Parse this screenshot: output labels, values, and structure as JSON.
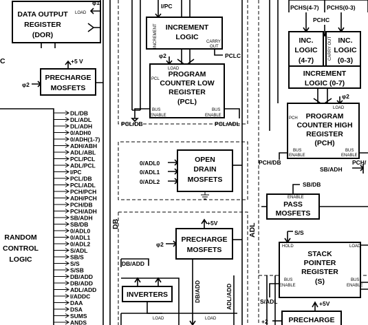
{
  "labels": {
    "phi1": "φ1",
    "load": "LOAD",
    "dor_line1": "DATA OUTPUT",
    "dor_line2": "REGISTER",
    "dor_line3": "(DOR)",
    "c": "C",
    "plus5v": "+5 V",
    "phi2": "φ2",
    "precharge": "PRECHARGE",
    "mosfets": "MOSFETS",
    "random_line1": "RANDOM",
    "random_line2": "CONTROL",
    "random_line3": "LOGIC",
    "i_pc": "I/PC",
    "increment": "INCREMENT",
    "logic": "LOGIC",
    "increment_small": "INCREMENT",
    "carry": "CARRY",
    "out": "OUT",
    "pclc": "PCLC",
    "pcl": "PCL",
    "pcl_line1": "PROGRAM",
    "pcl_line2": "COUNTER LOW",
    "pcl_line3": "REGISTER",
    "pcl_line4": "(PCL)",
    "bus": "BUS",
    "enable": "ENABLE",
    "pcl_db": "PCL/DB",
    "pcl_adl": "PCL/ADL",
    "o_adl0": "0/ADL0",
    "o_adl1": "0/ADL1",
    "o_adl2": "0/ADL2",
    "open": "OPEN",
    "drain": "DRAIN",
    "db": "DB",
    "adl": "ADL",
    "plus5v_b": "+5V",
    "db_add_in": "DB/ADD",
    "inverters": "INVERTERS",
    "db_add_v": "DB/ADD",
    "adl_add_v": "ADL/ADD",
    "pchs47": "PCHS(4-7)",
    "pchs03": "PCHS(0-3)",
    "pchc": "PCHC",
    "inc": "INC.",
    "range47": "(4-7)",
    "range03": "(0-3)",
    "increment_logic": "INCREMENT",
    "logic07": "LOGIC (0-7)",
    "carry_out_v": "CARRY OUT",
    "pch": "PCH",
    "pch_line1": "PROGRAM",
    "pch_line2": "COUNTER HIGH",
    "pch_line3": "REGISTER",
    "pch_line4": "(PCH)",
    "pch_db": "PCH/DB",
    "pch_slash": "PCH/",
    "sb_adh": "SB/ADH",
    "sb_db": "SB/DB",
    "pass": "PASS",
    "s_s": "S/S",
    "hold": "HOLD",
    "stack_line1": "STACK",
    "stack_line2": "POINTER",
    "stack_line3": "REGISTER",
    "stack_line4": "(S)",
    "s_adl": "S/ADL",
    "plus5v_c": "+5V",
    "precharge_c": "PRECHARGE",
    "phi2_c": "φ2",
    "plus2": "+2"
  },
  "control_signals": [
    "DL/DB",
    "DL/ADL",
    "DL/ADH",
    "0/ADH0",
    "0/ADH(1-7)",
    "ADH/ABH",
    "ADL/ABL",
    "PCL/PCL",
    "ADL/PCL",
    "I/PC",
    "PCL/DB",
    "PCL/ADL",
    "PCH/PCH",
    "ADH/PCH",
    "PCH/DB",
    "PCH/ADH",
    "SB/ADH",
    "SB/DB",
    "0/ADL0",
    "0/ADL1",
    "0/ADL2",
    "S/ADL",
    "SB/S",
    "S/S",
    "S/SB",
    "DB/ADD",
    "DB/ADD",
    "ADL/ADD",
    "I/ADDC",
    "DAA",
    "DSA",
    "SUMS",
    "ANDS"
  ]
}
